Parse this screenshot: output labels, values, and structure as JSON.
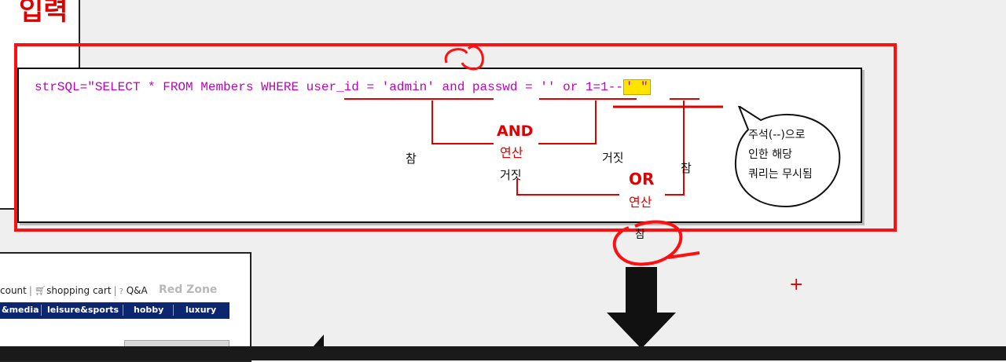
{
  "heading_partial": "입력",
  "code": {
    "before": "strSQL=\"SELECT * FROM Members WHERE user_id = 'admin' and passwd = '' or 1=1--",
    "highlighted": "' \""
  },
  "labels": {
    "and_title": "AND",
    "and_sub": "연산",
    "or_title": "OR",
    "or_sub": "연산",
    "true_1": "참",
    "false_1": "거짓",
    "false_result": "거짓",
    "true_2": "참",
    "final_true": "참"
  },
  "bubble": {
    "line1": "주석(--)으로",
    "line2": "인한 해당",
    "line3": "쿼리는 무시됨"
  },
  "website": {
    "nav": [
      "count",
      "shopping cart",
      "Q&A"
    ],
    "nav_prefix_icons": [
      "cart-icon",
      "question-icon"
    ],
    "red_zone": "Red Zone",
    "categories": [
      "&media",
      "leisure&sports",
      "hobby",
      "luxury"
    ]
  },
  "colors": {
    "red": "#ff1010",
    "magenta_code": "#c000c0",
    "highlight": "#ffe400",
    "nav_blue": "#0d2670"
  }
}
